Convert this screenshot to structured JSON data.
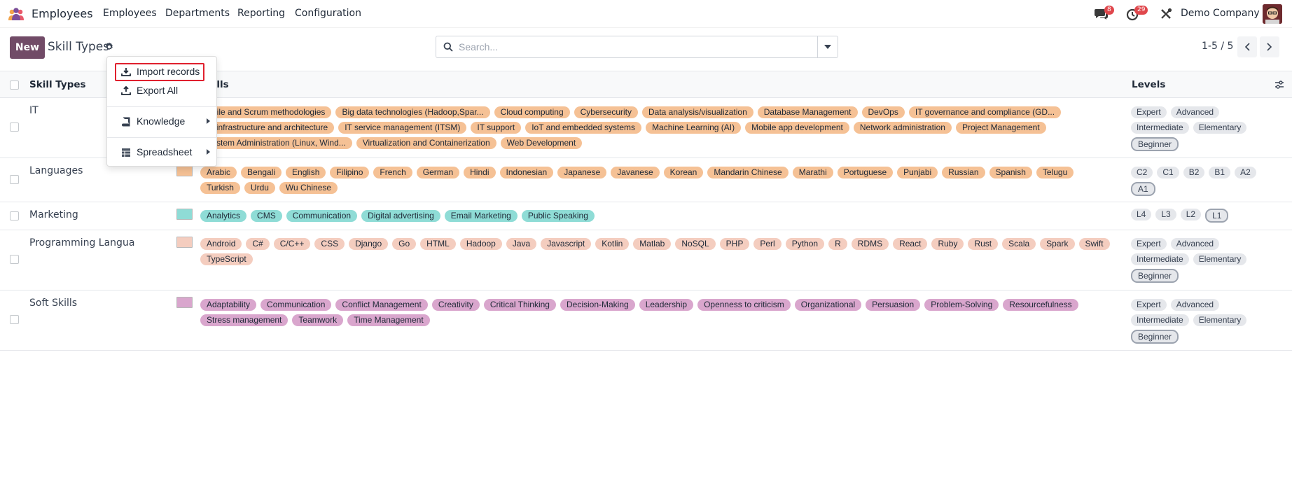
{
  "navbar": {
    "app_name": "Employees",
    "menu": [
      "Employees",
      "Departments",
      "Reporting",
      "Configuration"
    ],
    "messages_count": "8",
    "activities_count": "29",
    "company": "Demo Company"
  },
  "control_panel": {
    "new_label": "New",
    "breadcrumb": "Skill Types",
    "search_placeholder": "Search...",
    "pager": "1-5 / 5"
  },
  "list": {
    "headers": {
      "name": "Skill Types",
      "skills": "Skills",
      "levels": "Levels"
    },
    "rows": [
      {
        "name": "IT",
        "color": "#f5c195",
        "skills": [
          "Agile and Scrum methodologies",
          "Big data technologies (Hadoop,Spar...",
          "Cloud computing",
          "Cybersecurity",
          "Data analysis/visualization",
          "Database Management",
          "DevOps",
          "IT governance and compliance (GD...",
          "IT infrastructure and architecture",
          "IT service management (ITSM)",
          "IT support",
          "IoT and embedded systems",
          "Machine Learning (AI)",
          "Mobile app development",
          "Network administration",
          "Project Management",
          "System Administration (Linux, Wind...",
          "Virtualization and Containerization",
          "Web Development"
        ],
        "levels": [
          "Expert",
          "Advanced",
          "Intermediate",
          "Elementary",
          "Beginner"
        ],
        "default_level": "Beginner"
      },
      {
        "name": "Languages",
        "color": "#f5c195",
        "skills": [
          "Arabic",
          "Bengali",
          "English",
          "Filipino",
          "French",
          "German",
          "Hindi",
          "Indonesian",
          "Japanese",
          "Javanese",
          "Korean",
          "Mandarin Chinese",
          "Marathi",
          "Portuguese",
          "Punjabi",
          "Russian",
          "Spanish",
          "Telugu",
          "Turkish",
          "Urdu",
          "Wu Chinese"
        ],
        "levels": [
          "C2",
          "C1",
          "B2",
          "B1",
          "A2",
          "A1"
        ],
        "default_level": "A1"
      },
      {
        "name": "Marketing",
        "color": "#8fdcd6",
        "skills": [
          "Analytics",
          "CMS",
          "Communication",
          "Digital advertising",
          "Email Marketing",
          "Public Speaking"
        ],
        "levels": [
          "L4",
          "L3",
          "L2",
          "L1"
        ],
        "default_level": "L1"
      },
      {
        "name": "Programming Langua...",
        "color": "#f4cdbf",
        "skills": [
          "Android",
          "C#",
          "C/C++",
          "CSS",
          "Django",
          "Go",
          "HTML",
          "Hadoop",
          "Java",
          "Javascript",
          "Kotlin",
          "Matlab",
          "NoSQL",
          "PHP",
          "Perl",
          "Python",
          "R",
          "RDMS",
          "React",
          "Ruby",
          "Rust",
          "Scala",
          "Spark",
          "Swift",
          "TypeScript"
        ],
        "levels": [
          "Expert",
          "Advanced",
          "Intermediate",
          "Elementary",
          "Beginner"
        ],
        "default_level": "Beginner"
      },
      {
        "name": "Soft Skills",
        "color": "#d9a6cd",
        "skills": [
          "Adaptability",
          "Communication",
          "Conflict Management",
          "Creativity",
          "Critical Thinking",
          "Decision-Making",
          "Leadership",
          "Openness to criticism",
          "Organizational",
          "Persuasion",
          "Problem-Solving",
          "Resourcefulness",
          "Stress management",
          "Teamwork",
          "Time Management"
        ],
        "levels": [
          "Expert",
          "Advanced",
          "Intermediate",
          "Elementary",
          "Beginner"
        ],
        "default_level": "Beginner"
      }
    ]
  },
  "actions_menu": {
    "import": "Import records",
    "export": "Export All",
    "knowledge": "Knowledge",
    "spreadsheet": "Spreadsheet"
  }
}
